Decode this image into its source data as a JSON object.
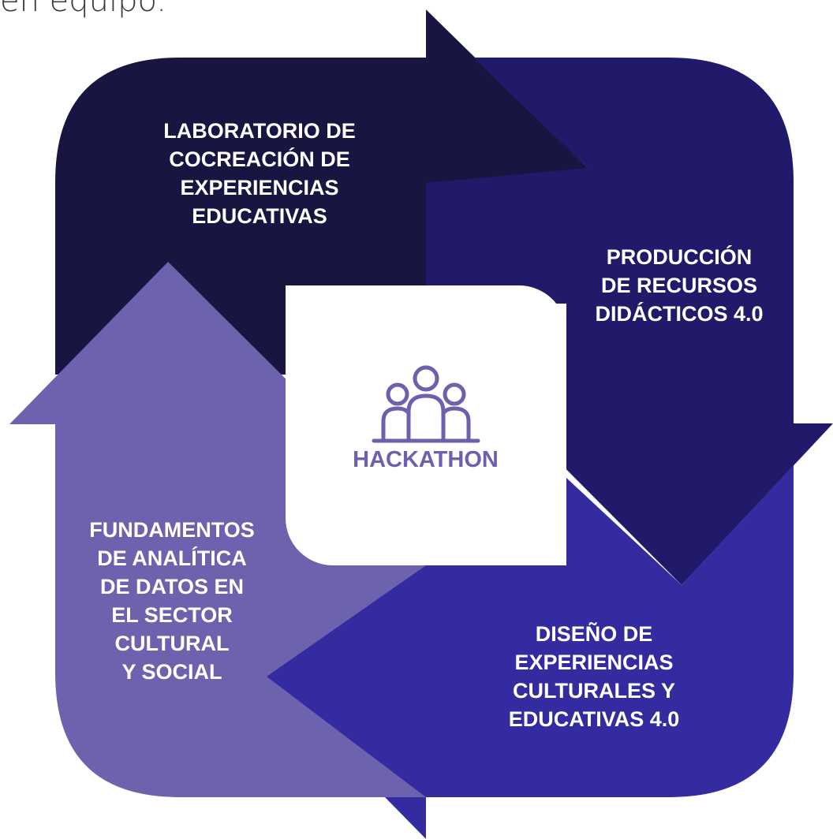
{
  "header": {
    "text": "en equipo."
  },
  "diagram": {
    "center": {
      "icon": "people-group-icon",
      "label": "HACKATHON",
      "color": "#6e60ad"
    },
    "steps": [
      {
        "label": "LABORATORIO DE\nCOCREACIÓN DE\nEXPERIENCIAS\nEDUCATIVAS",
        "color": "#181641"
      },
      {
        "label": "PRODUCCIÓN\nDE RECURSOS\nDIDÁCTICOS 4.0",
        "color": "#211a6a"
      },
      {
        "label": "DISEÑO DE\nEXPERIENCIAS\nCULTURALES Y\nEDUCATIVAS 4.0",
        "color": "#352ba0"
      },
      {
        "label": "FUNDAMENTOS\nDE ANALÍTICA\nDE DATOS EN\nEL SECTOR\nCULTURAL\nY SOCIAL",
        "color": "#6d62ae"
      }
    ]
  }
}
